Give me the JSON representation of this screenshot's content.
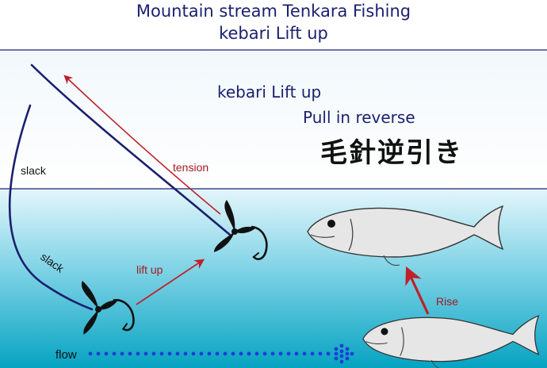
{
  "title": {
    "line1": "Mountain stream Tenkara Fishing",
    "line2": "kebari Lift up"
  },
  "labels": {
    "heading": "kebari Lift up",
    "subheading": "Pull in reverse",
    "calligraphy": "毛針逆引き",
    "slack_upper": "slack",
    "slack_lower": "slack",
    "tension": "tension",
    "lift_up": "lift up",
    "rise": "Rise",
    "flow": "flow"
  },
  "colors": {
    "title": "#1c2170",
    "line": "#1b1f6e",
    "arrow_red": "#c0202a",
    "label_red": "#a31b1f",
    "flow_dots": "#1d3fd6",
    "water_top": "#d8f2fa",
    "water_bottom": "#0aa6c4",
    "fish": "#e6e6e6"
  }
}
